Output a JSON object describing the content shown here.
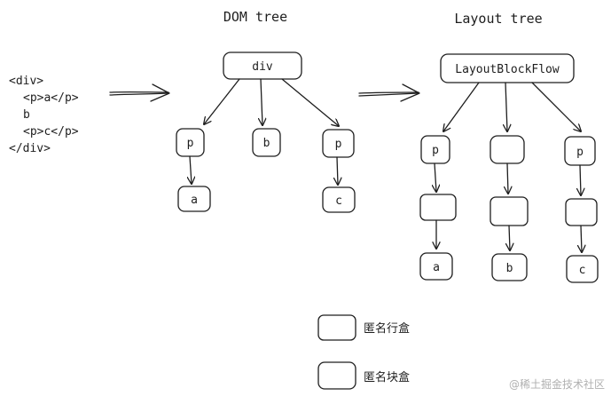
{
  "titles": {
    "dom": "DOM tree",
    "layout": "Layout tree"
  },
  "source_code": [
    "<div>",
    "<p>a</p>",
    "b",
    "<p>c</p>",
    "</div>"
  ],
  "dom_tree": {
    "root": "div",
    "children": [
      {
        "label": "p",
        "child": "a"
      },
      {
        "label": "b"
      },
      {
        "label": "p",
        "child": "c"
      }
    ]
  },
  "layout_tree": {
    "root": "LayoutBlockFlow",
    "level1": [
      {
        "label": "p",
        "kind": "plain"
      },
      {
        "label": "",
        "kind": "anonymous-block"
      },
      {
        "label": "p",
        "kind": "plain"
      }
    ],
    "level2_kind": "anonymous-inline",
    "leaves": [
      "a",
      "b",
      "c"
    ]
  },
  "legend": [
    {
      "kind": "anonymous-inline",
      "label": "匿名行盒",
      "color": "#b2f2bb"
    },
    {
      "kind": "anonymous-block",
      "label": "匿名块盒",
      "color": "#a5d8ff"
    }
  ],
  "watermark": "@稀土掘金技术社区",
  "colors": {
    "stroke": "#1e1e1e",
    "anonymous_inline": "#b2f2bb",
    "anonymous_block": "#a5d8ff",
    "background": "#ffffff"
  }
}
